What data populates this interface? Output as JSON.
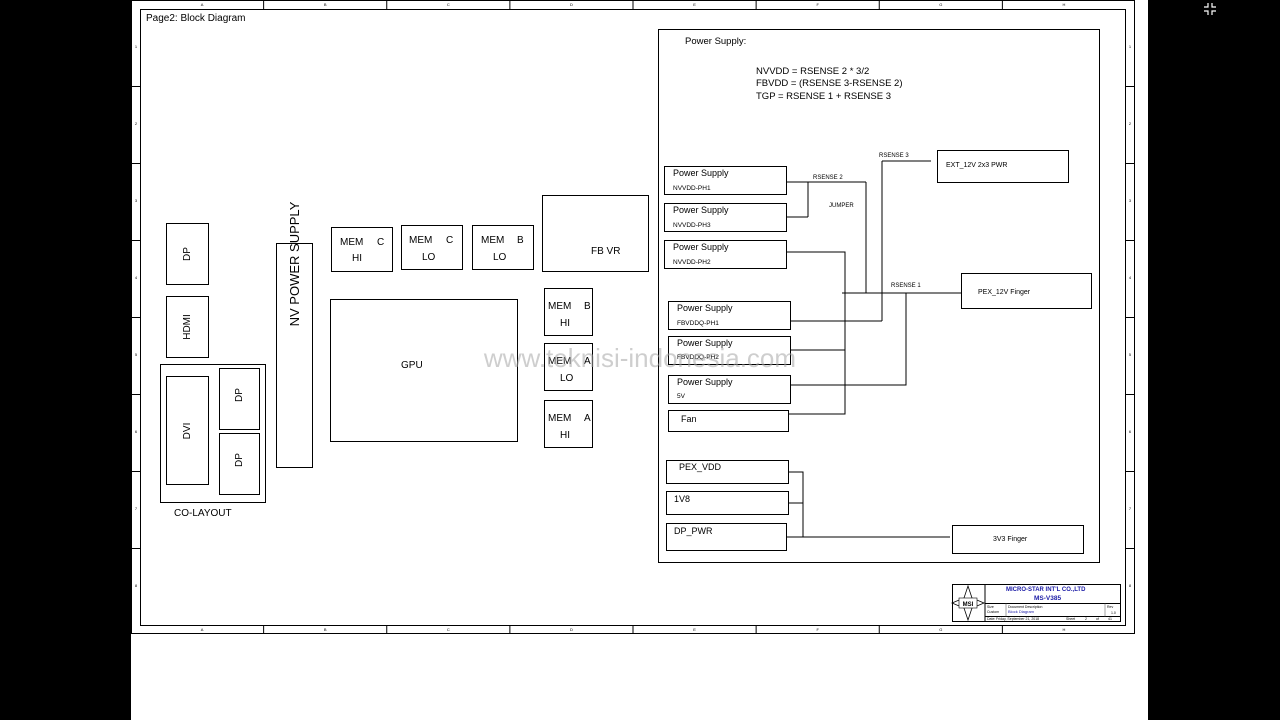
{
  "page_title": "Page2: Block Diagram",
  "connectors": {
    "dp_top": "DP",
    "hdmi": "HDMI",
    "dvi": "DVI",
    "dp_colayout_1": "DP",
    "dp_colayout_2": "DP",
    "colayout_label": "CO-LAYOUT"
  },
  "nv_power_supply": "NV POWER SUPPLY",
  "gpu": "GPU",
  "fb_vr": "FB VR",
  "memory": [
    {
      "mem": "MEM",
      "ch": "C",
      "bank": "HI"
    },
    {
      "mem": "MEM",
      "ch": "C",
      "bank": "LO"
    },
    {
      "mem": "MEM",
      "ch": "B",
      "bank": "LO"
    },
    {
      "mem": "MEM",
      "ch": "B",
      "bank": "HI"
    },
    {
      "mem": "MEM",
      "ch": "A",
      "bank": "LO"
    },
    {
      "mem": "MEM",
      "ch": "A",
      "bank": "HI"
    }
  ],
  "power_section": {
    "title": "Power Supply:",
    "formulas": [
      "NVVDD = RSENSE 2  * 3/2",
      "FBVDD = (RSENSE 3-RSENSE 2)",
      "TGP = RSENSE 1 + RSENSE 3"
    ],
    "supplies": [
      {
        "label": "Power Supply",
        "sub": "NVVDD-PH1"
      },
      {
        "label": "Power Supply",
        "sub": "NVVDD-PH3"
      },
      {
        "label": "Power Supply",
        "sub": "NVVDD-PH2"
      },
      {
        "label": "Power Supply",
        "sub": "FBVDDQ-PH1"
      },
      {
        "label": "Power Supply",
        "sub": "FBVDDQ-PH2"
      },
      {
        "label": "Power Supply",
        "sub": "5V"
      }
    ],
    "fan": "Fan",
    "rails": [
      "PEX_VDD",
      "1V8",
      "DP_PWR"
    ],
    "rsense1": "RSENSE 1",
    "rsense2": "RSENSE 2",
    "rsense3": "RSENSE 3",
    "jumper": "JUMPER",
    "ext_pwr": "EXT_12V 2x3 PWR",
    "pex_finger": "PEX_12V Finger",
    "finger_3v3": "3V3 Finger"
  },
  "title_block": {
    "company": "MICRO-STAR INT'L CO.,LTD",
    "model": "MS-V385",
    "logo": "MSI",
    "size_label": "Size",
    "size_value": "Custom",
    "doc_label": "Document Description",
    "doc_value": "Block Diagram",
    "rev_label": "Rev",
    "rev_value": "1.0",
    "date_label": "Date:",
    "date_value": "Friday, September 21, 2018",
    "sheet_label": "Sheet",
    "sheet_value": "2",
    "of_label": "of",
    "of_value": "41"
  },
  "border": {
    "cols": [
      "A",
      "B",
      "C",
      "D",
      "E",
      "F",
      "G",
      "H"
    ],
    "rows": [
      "1",
      "2",
      "3",
      "4",
      "5",
      "6",
      "7",
      "8"
    ]
  },
  "watermark": "www.teknisi-indonesia.com",
  "colors": {
    "background": "#000000",
    "sheet": "#ffffff",
    "title_blue": "#1a1aa6"
  },
  "icons": {
    "exit_fullscreen": "exit-fullscreen-icon"
  }
}
